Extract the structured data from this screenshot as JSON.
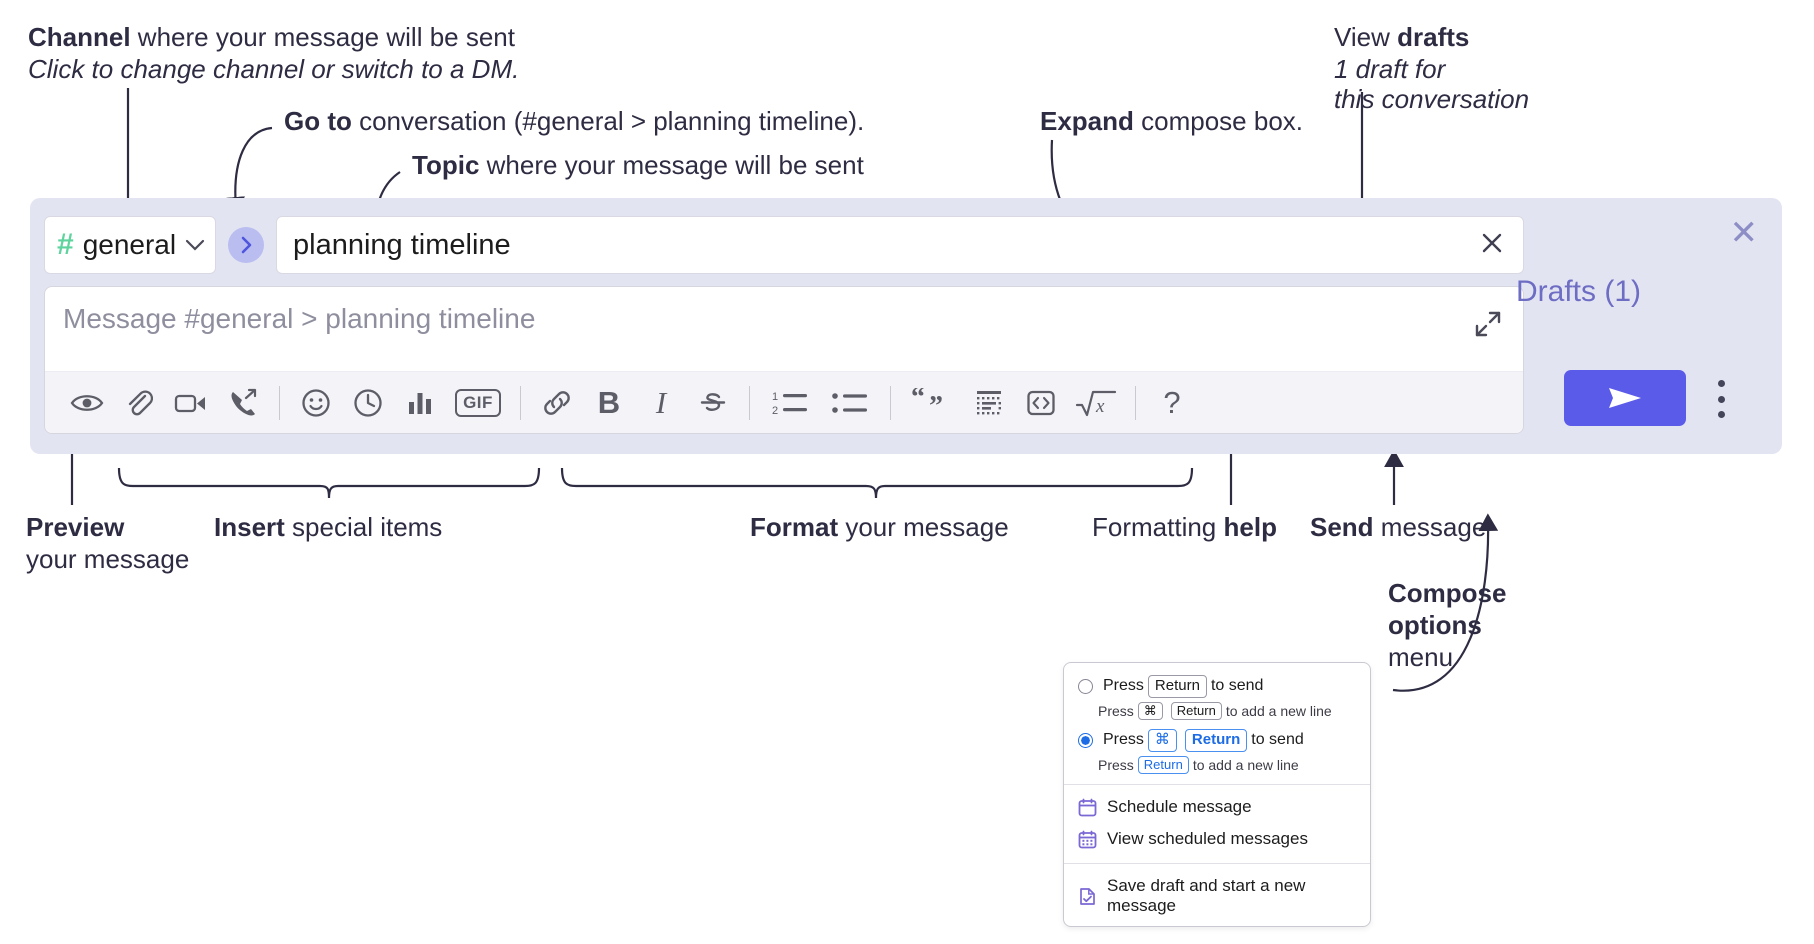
{
  "annotations": {
    "channel_title_bold": "Channel",
    "channel_title_rest": " where your message will be sent",
    "channel_sub": "Click to change channel or switch to a DM.",
    "goto_bold": "Go to",
    "goto_rest": " conversation (#general > planning timeline).",
    "topic_bold": "Topic",
    "topic_rest": " where your message will be sent",
    "expand_bold": "Expand",
    "expand_rest": " compose box.",
    "drafts_bold_pre": "View ",
    "drafts_bold": "drafts",
    "drafts_sub1": "1 draft for",
    "drafts_sub2": "this conversation",
    "preview_bold": "Preview",
    "preview_sub": "your message",
    "insert_bold": "Insert",
    "insert_rest": " special items",
    "format_bold": "Format",
    "format_rest": " your message",
    "help_pre": "Formatting ",
    "help_bold": "help",
    "send_bold": "Send",
    "send_rest": " message",
    "compose_bold1": "Compose",
    "compose_bold2": "options",
    "compose_rest": "menu"
  },
  "compose": {
    "channel_name": "general",
    "hash_symbol": "#",
    "chevron": "⌄",
    "goto_arrow": "›",
    "topic_value": "planning timeline",
    "topic_clear": "✕",
    "message_placeholder": "Message #general > planning timeline",
    "drafts_label": "Drafts (1)",
    "panel_close": "✕",
    "accent_color": "#5b5bea",
    "panel_bg": "#e3e4f2",
    "hash_color": "#5ed39e",
    "drafts_color": "#6d6dc4"
  },
  "toolbar": {
    "items": [
      {
        "name": "preview-icon",
        "label": "Preview"
      },
      {
        "name": "attachment-icon",
        "label": "Attach file"
      },
      {
        "name": "video-icon",
        "label": "Record video clip"
      },
      {
        "name": "audio-call-icon",
        "label": "Record audio clip"
      },
      {
        "name": "emoji-icon",
        "label": "Emoji"
      },
      {
        "name": "clock-icon",
        "label": "Reminder"
      },
      {
        "name": "poll-icon",
        "label": "Poll"
      },
      {
        "name": "gif-icon",
        "label": "GIF"
      },
      {
        "name": "link-icon",
        "label": "Link"
      },
      {
        "name": "bold-icon",
        "label": "B"
      },
      {
        "name": "italic-icon",
        "label": "I"
      },
      {
        "name": "strikethrough-icon",
        "label": "Strikethrough"
      },
      {
        "name": "ordered-list-icon",
        "label": "Ordered list"
      },
      {
        "name": "bulleted-list-icon",
        "label": "Bulleted list"
      },
      {
        "name": "blockquote-icon",
        "label": "Blockquote"
      },
      {
        "name": "code-block-icon",
        "label": "Code block"
      },
      {
        "name": "code-icon",
        "label": "Code"
      },
      {
        "name": "math-icon",
        "label": "Math"
      },
      {
        "name": "help-icon",
        "label": "?"
      }
    ],
    "gif_label": "GIF",
    "bold_label": "B",
    "italic_label": "I",
    "help_label": "?"
  },
  "menu": {
    "option1": {
      "pre": "Press",
      "key": "Return",
      "post": "to send",
      "sub_pre": "Press",
      "sub_key1": "⌘",
      "sub_key2": "Return",
      "sub_post": "to add a new line",
      "selected": false
    },
    "option2": {
      "pre": "Press",
      "key1": "⌘",
      "key2": "Return",
      "post": "to send",
      "sub_pre": "Press",
      "sub_key": "Return",
      "sub_post": "to add a new line",
      "selected": true
    },
    "items": [
      {
        "label": "Schedule message",
        "icon": "calendar-icon"
      },
      {
        "label": "View scheduled messages",
        "icon": "calendar-grid-icon"
      },
      {
        "label": "Save draft and start a new message",
        "icon": "save-draft-icon"
      }
    ]
  }
}
